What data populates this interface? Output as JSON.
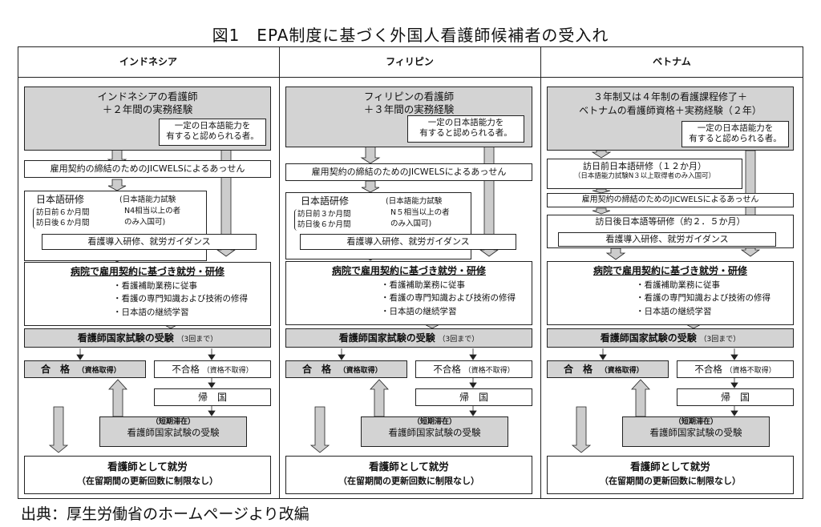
{
  "title": "図1　EPA制度に基づく外国人看護師候補者の受入れ",
  "footer": "出典：厚生労働省のホームページより改編",
  "colors": {
    "gray_box": "#d3d3d3",
    "arrow_fill": "#cccccc",
    "line": "#222222"
  },
  "columns": [
    {
      "header": "インドネシア",
      "requirement_lines": [
        "インドネシアの看護師",
        "＋２年間の実務経験"
      ],
      "language_note_lines": [
        "一定の日本語能力を",
        "有すると認められる者。"
      ],
      "placement": "雇用契約の締結のためのJICWELSによるあっせん",
      "training_title": "日本語研修",
      "training_periods": [
        "訪日前６か月間",
        "訪日後６か月間"
      ],
      "training_note_lines": [
        "(日本語能力試験",
        "N4相当以上の者",
        "のみ入国可)"
      ],
      "guidance": "看護導入研修、就労ガイダンス",
      "work_title": "病院で雇用契約に基づき就労・研修",
      "work_items": [
        "・看護補助業務に従事",
        "・看護の専門知識および技術の修得",
        "・日本語の継続学習"
      ],
      "exam": "看護師国家試験の受験",
      "exam_limit": "（3回まで）",
      "pass": "合　格",
      "pass_note": "（資格取得）",
      "fail": "不合格",
      "fail_note": "（資格不取得）",
      "return": "帰　国",
      "short_stay": "（短期滞在）",
      "short_stay_exam": "看護師国家試験の受験",
      "employ": "看護師として就労",
      "employ_note": "（在留期間の更新回数に制限なし）"
    },
    {
      "header": "フィリピン",
      "requirement_lines": [
        "フィリピンの看護師",
        "＋３年間の実務経験"
      ],
      "language_note_lines": [
        "一定の日本語能力を",
        "有すると認められる者。"
      ],
      "placement": "雇用契約の締結のためのJICWELSによるあっせん",
      "training_title": "日本語研修",
      "training_periods": [
        "訪日前３か月間",
        "訪日後６か月間"
      ],
      "training_note_lines": [
        "(日本語能力試験",
        "N５相当以上の者",
        "のみ入国可)"
      ],
      "guidance": "看護導入研修、就労ガイダンス",
      "work_title": "病院で雇用契約に基づき就労・研修",
      "work_items": [
        "・看護補助業務に従事",
        "・看護の専門知識および技術の修得",
        "・日本語の継続学習"
      ],
      "exam": "看護師国家試験の受験",
      "exam_limit": "（3回まで）",
      "pass": "合　格",
      "pass_note": "（資格取得）",
      "fail": "不合格",
      "fail_note": "（資格不取得）",
      "return": "帰　国",
      "short_stay": "（短期滞在）",
      "short_stay_exam": "看護師国家試験の受験",
      "employ": "看護師として就労",
      "employ_note": "（在留期間の更新回数に制限なし）"
    },
    {
      "header": "ベトナム",
      "requirement_lines": [
        "３年制又は４年制の看護課程修了＋",
        "ベトナムの看護師資格＋実務経験（２年）"
      ],
      "language_note_lines": [
        "一定の日本語能力を",
        "有すると認められる者。"
      ],
      "pre_training": "訪日前日本語研修（１２か月）",
      "pre_training_note": "（日本語能力試験N３以上取得者のみ入国可）",
      "placement": "雇用契約の締結のためのJICWELSによるあっせん",
      "post_training": "訪日後日本語等研修（約２．５か月）",
      "guidance": "看護導入研修、就労ガイダンス",
      "work_title": "病院で雇用契約に基づき就労・研修",
      "work_items": [
        "・看護補助業務に従事",
        "・看護の専門知識および技術の修得",
        "・日本語の継続学習"
      ],
      "exam": "看護師国家試験の受験",
      "exam_limit": "（3回まで）",
      "pass": "合　格",
      "pass_note": "（資格取得）",
      "fail": "不合格",
      "fail_note": "（資格不取得）",
      "return": "帰　国",
      "short_stay": "（短期滞在）",
      "short_stay_exam": "看護師国家試験の受験",
      "employ": "看護師として就労",
      "employ_note": "（在留期間の更新回数に制限なし）"
    }
  ]
}
